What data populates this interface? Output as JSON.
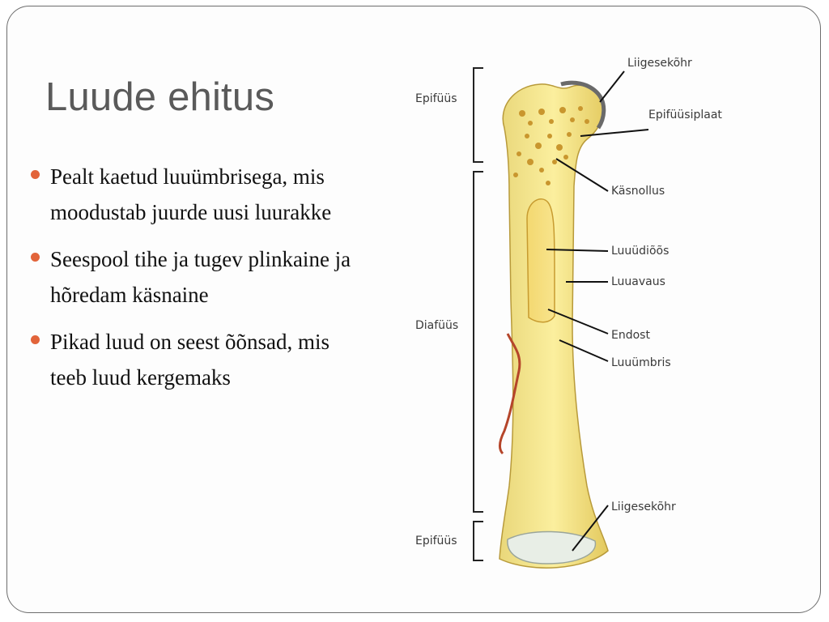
{
  "slide": {
    "title": "Luude ehitus",
    "bullets": [
      {
        "text": "Pealt kaetud luuümbrisega, mis moodustab juurde uusi luurakke"
      },
      {
        "text": "Seespool tihe ja tugev plinkaine ja hõredam käsnaine"
      },
      {
        "text": "Pikad luud on seest õõnsad, mis teeb luud kergemaks"
      }
    ],
    "bullet_color": "#e2643a"
  },
  "diagram": {
    "section_labels": {
      "epiphysis_top": "Epifüüs",
      "diaphysis": "Diafüüs",
      "epiphysis_bottom": "Epifüüs"
    },
    "callouts": {
      "articular_cartilage_top": "Liigesekõhr",
      "epiphyseal_plate": "Epifüüsiplaat",
      "spongy_bone": "Käsnollus",
      "medullary_cavity": "Luuüdiõõs",
      "compact_bone": "Luuavaus",
      "endosteum": "Endost",
      "periosteum": "Luuümbris",
      "articular_cartilage_bottom": "Liigesekõhr"
    }
  }
}
